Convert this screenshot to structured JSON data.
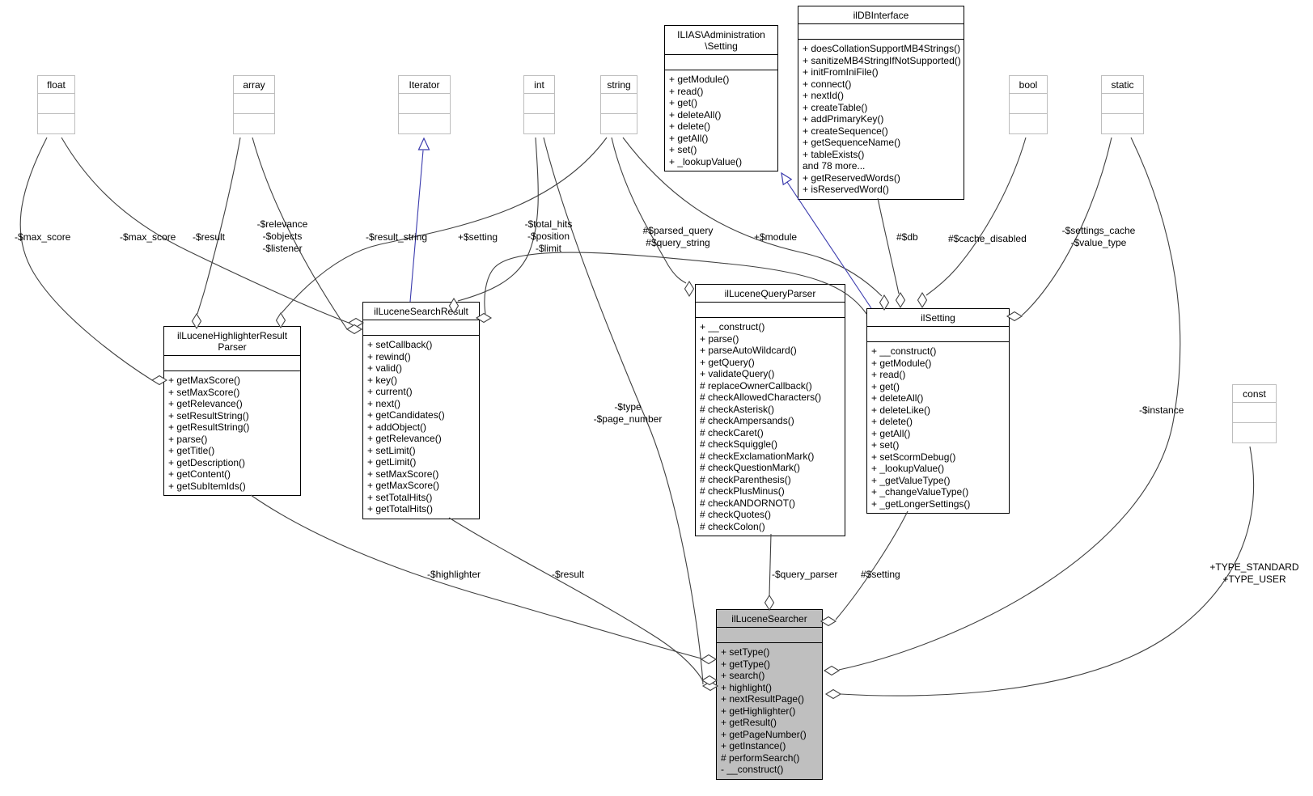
{
  "diagram_title": "ilLuceneSearcher collaboration diagram",
  "colors": {
    "edge": "#404040",
    "generalization": "#3a3aad",
    "class_border": "#000000",
    "primitive_border": "#bdbdbd",
    "highlight_fill": "#bfbfbf",
    "background": "#ffffff"
  },
  "classes": {
    "float": {
      "title": "float"
    },
    "array": {
      "title": "array"
    },
    "iterator": {
      "title": "Iterator"
    },
    "int": {
      "title": "int"
    },
    "string": {
      "title": "string"
    },
    "bool": {
      "title": "bool"
    },
    "static": {
      "title": "static"
    },
    "const": {
      "title": "const"
    },
    "ilias_setting": {
      "title": "ILIAS\\Administration\n\\Setting",
      "methods": [
        "+ getModule()",
        "+ read()",
        "+ get()",
        "+ deleteAll()",
        "+ delete()",
        "+ getAll()",
        "+ set()",
        "+ _lookupValue()"
      ]
    },
    "ildbinterface": {
      "title": "ilDBInterface",
      "methods": [
        "+ doesCollationSupportMB4Strings()",
        "+ sanitizeMB4StringIfNotSupported()",
        "+ initFromIniFile()",
        "+ connect()",
        "+ nextId()",
        "+ createTable()",
        "+ addPrimaryKey()",
        "+ createSequence()",
        "+ getSequenceName()",
        "+ tableExists()",
        "and 78 more...",
        "+ getReservedWords()",
        "+ isReservedWord()"
      ]
    },
    "highlighterparser": {
      "title": "ilLuceneHighlighterResult\nParser",
      "methods": [
        "+ getMaxScore()",
        "+ setMaxScore()",
        "+ getRelevance()",
        "+ setResultString()",
        "+ getResultString()",
        "+ parse()",
        "+ getTitle()",
        "+ getDescription()",
        "+ getContent()",
        "+ getSubItemIds()"
      ]
    },
    "searchresult": {
      "title": "ilLuceneSearchResult",
      "methods": [
        "+ setCallback()",
        "+ rewind()",
        "+ valid()",
        "+ key()",
        "+ current()",
        "+ next()",
        "+ getCandidates()",
        "+ addObject()",
        "+ getRelevance()",
        "+ setLimit()",
        "+ getLimit()",
        "+ setMaxScore()",
        "+ getMaxScore()",
        "+ setTotalHits()",
        "+ getTotalHits()"
      ]
    },
    "queryparser": {
      "title": "ilLuceneQueryParser",
      "methods": [
        "+ __construct()",
        "+ parse()",
        "+ parseAutoWildcard()",
        "+ getQuery()",
        "+ validateQuery()",
        "# replaceOwnerCallback()",
        "# checkAllowedCharacters()",
        "# checkAsterisk()",
        "# checkAmpersands()",
        "# checkCaret()",
        "# checkSquiggle()",
        "# checkExclamationMark()",
        "# checkQuestionMark()",
        "# checkParenthesis()",
        "# checkPlusMinus()",
        "# checkANDORNOT()",
        "# checkQuotes()",
        "# checkColon()"
      ]
    },
    "ilsetting": {
      "title": "ilSetting",
      "methods": [
        "+ __construct()",
        "+ getModule()",
        "+ read()",
        "+ get()",
        "+ deleteAll()",
        "+ deleteLike()",
        "+ delete()",
        "+ getAll()",
        "+ set()",
        "+ setScormDebug()",
        "+ _lookupValue()",
        "+ _getValueType()",
        "+ _changeValueType()",
        "+ _getLongerSettings()"
      ]
    },
    "searcher": {
      "title": "ilLuceneSearcher",
      "methods": [
        "+ setType()",
        "+ getType()",
        "+ search()",
        "+ highlight()",
        "+ nextResultPage()",
        "+ getHighlighter()",
        "+ getResult()",
        "+ getPageNumber()",
        "+ getInstance()",
        "# performSearch()",
        "- __construct()"
      ]
    }
  },
  "edge_labels": [
    {
      "id": "max-score-highlighter",
      "text": "-$max_score"
    },
    {
      "id": "max-score-searchresult",
      "text": "-$max_score"
    },
    {
      "id": "result-array",
      "text": "-$result"
    },
    {
      "id": "relevance-objects-listener",
      "text": "-$relevance\n-$objects\n-$listener"
    },
    {
      "id": "result-string",
      "text": "-$result_string"
    },
    {
      "id": "setting-searchresult",
      "text": "+$setting"
    },
    {
      "id": "totalhits-position-limit",
      "text": "-$total_hits\n-$position\n-$limit"
    },
    {
      "id": "parsedquery-querystring",
      "text": "#$parsed_query\n#$query_string"
    },
    {
      "id": "module",
      "text": "+$module"
    },
    {
      "id": "db",
      "text": "#$db"
    },
    {
      "id": "cache-disabled",
      "text": "#$cache_disabled"
    },
    {
      "id": "settingscache-valuetype",
      "text": "-$settings_cache\n-$value_type"
    },
    {
      "id": "type-pagenumber",
      "text": "-$type\n-$page_number"
    },
    {
      "id": "highlighter",
      "text": "-$highlighter"
    },
    {
      "id": "result-searcher",
      "text": "-$result"
    },
    {
      "id": "query-parser",
      "text": "-$query_parser"
    },
    {
      "id": "setting-searcher",
      "text": "#$setting"
    },
    {
      "id": "instance",
      "text": "-$instance"
    },
    {
      "id": "type-constants",
      "text": "+TYPE_STANDARD\n+TYPE_USER"
    }
  ]
}
